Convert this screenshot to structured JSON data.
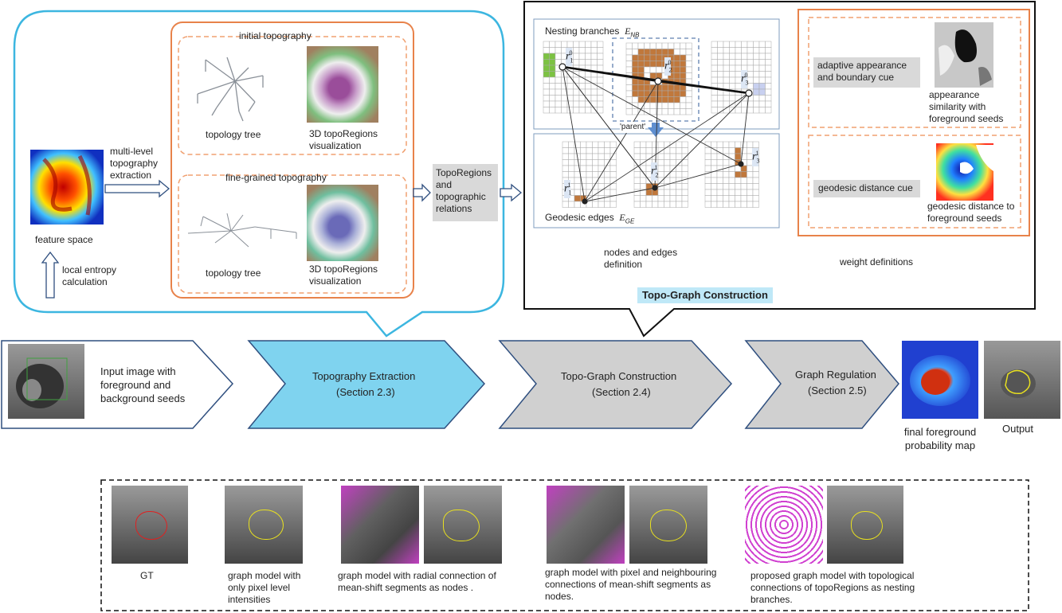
{
  "topography_panel": {
    "initial_title": "initial topography",
    "fine_title": "fine-grained topography",
    "topology_tree_1": "topology tree",
    "topology_tree_2": "topology tree",
    "viz_1": "3D topoRegions visualization",
    "viz_2": "3D topoRegions visualization",
    "feature_space": "feature space",
    "multi_level": "multi-level topography extraction",
    "local_entropy": "local entropy calculation",
    "toporegions_box": "TopoRegions and topographic relations"
  },
  "graph_panel": {
    "nesting_label": "Nesting branches",
    "nesting_symbol": "E",
    "nesting_sub": "NB",
    "geodesic_label": "Geodesic edges",
    "geodesic_symbol": "E",
    "geodesic_sub": "GE",
    "parent_label": "'parent'",
    "r1_0": "r",
    "r1_0_sup": "0",
    "r1_0_sub": "1",
    "r2_0": "r",
    "r2_0_sup": "0",
    "r2_0_sub": "2",
    "r3_0": "r",
    "r3_0_sup": "0",
    "r3_0_sub": "3",
    "r1_1": "r",
    "r1_1_sup": "1",
    "r1_1_sub": "1",
    "r2_1": "r",
    "r2_1_sup": "1",
    "r2_1_sub": "2",
    "r3_1": "r",
    "r3_1_sup": "1",
    "r3_1_sub": "3",
    "nodes_edges": "nodes and edges definition",
    "weight_defs": "weight definitions",
    "adaptive_cue": "adaptive appearance and boundary cue",
    "appearance_similarity": "appearance similarity with foreground seeds",
    "geodesic_cue": "geodesic distance cue",
    "geodesic_distance": "geodesic distance to foreground seeds",
    "caption": "Topo-Graph Construction"
  },
  "pipeline": {
    "input": "Input image with foreground and background seeds",
    "step1_title": "Topography Extraction",
    "step1_section": "(Section 2.3)",
    "step2_title": "Topo-Graph Construction",
    "step2_section": "(Section 2.4)",
    "step3_title": "Graph Regulation",
    "step3_section": "(Section 2.5)",
    "final_map": "final foreground probability map",
    "output": "Output"
  },
  "comparison": {
    "gt": "GT",
    "pixel": "graph model with only pixel level intensities",
    "radial": "graph model with radial connection of mean-shift segments as nodes .",
    "neighbouring": "graph model with pixel and neighbouring connections of mean-shift segments as nodes.",
    "proposed": "proposed graph model with topological connections of topoRegions as nesting branches."
  },
  "colors": {
    "cyan_outline": "#3cb6e0",
    "cyan_fill": "#7fd3ef",
    "orange": "#e8824a",
    "gray_arrow": "#d0d0d0",
    "blue_grid_border": "#7f9cbf",
    "brown_cell": "#c0783c",
    "green_cell": "#7cc242"
  }
}
